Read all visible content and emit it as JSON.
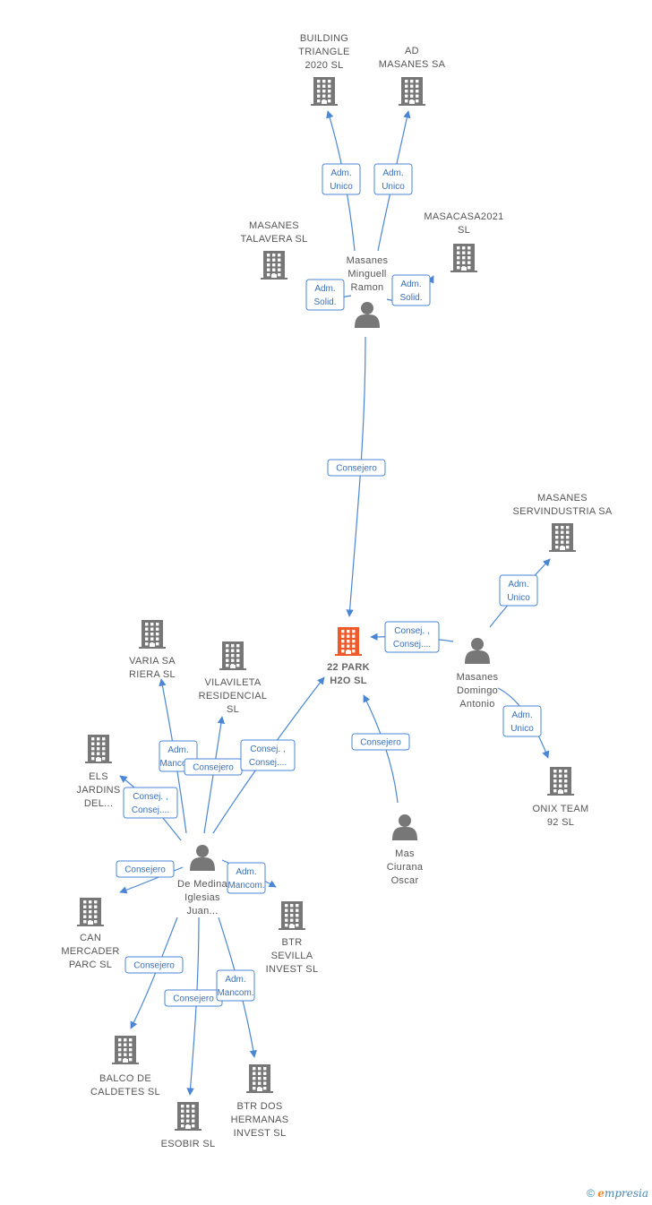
{
  "nodes": [
    {
      "id": "main",
      "type": "company",
      "main": true,
      "lines": [
        "22 PARK",
        "H2O  SL"
      ]
    },
    {
      "id": "building",
      "type": "company",
      "lines": [
        "BUILDING",
        "TRIANGLE",
        "2020  SL"
      ]
    },
    {
      "id": "admasanes",
      "type": "company",
      "lines": [
        "AD",
        "MASANES SA"
      ]
    },
    {
      "id": "talavera",
      "type": "company",
      "lines": [
        "MASANES",
        "TALAVERA  SL"
      ]
    },
    {
      "id": "masacasa",
      "type": "company",
      "lines": [
        "MASACASA2021",
        "SL"
      ]
    },
    {
      "id": "minguell",
      "type": "person",
      "lines": [
        "Masanes",
        "Minguell",
        "Ramon"
      ]
    },
    {
      "id": "servind",
      "type": "company",
      "lines": [
        "MASANES",
        "SERVINDUSTRIA SA"
      ]
    },
    {
      "id": "domingo",
      "type": "person",
      "lines": [
        "Masanes",
        "Domingo",
        "Antonio"
      ]
    },
    {
      "id": "onix",
      "type": "company",
      "lines": [
        "ONIX TEAM",
        "92  SL"
      ]
    },
    {
      "id": "mas",
      "type": "person",
      "lines": [
        "Mas",
        "Ciurana",
        "Oscar"
      ]
    },
    {
      "id": "demedina",
      "type": "person",
      "lines": [
        "De Medina",
        "Iglesias",
        "Juan..."
      ]
    },
    {
      "id": "varia",
      "type": "company",
      "lines": [
        "VARIA SA",
        "RIERA  SL"
      ]
    },
    {
      "id": "vilavileta",
      "type": "company",
      "lines": [
        "VILAVILETA",
        "RESIDENCIAL",
        "SL"
      ]
    },
    {
      "id": "els",
      "type": "company",
      "lines": [
        "ELS",
        "JARDINS",
        "DEL..."
      ]
    },
    {
      "id": "canmerc",
      "type": "company",
      "lines": [
        "CAN",
        "MERCADER",
        "PARC  SL"
      ]
    },
    {
      "id": "btrsev",
      "type": "company",
      "lines": [
        "BTR",
        "SEVILLA",
        "INVEST  SL"
      ]
    },
    {
      "id": "balco",
      "type": "company",
      "lines": [
        "BALCO DE",
        "CALDETES  SL"
      ]
    },
    {
      "id": "esobir",
      "type": "company",
      "lines": [
        "ESOBIR SL"
      ]
    },
    {
      "id": "btrdos",
      "type": "company",
      "lines": [
        "BTR DOS",
        "HERMANAS",
        "INVEST  SL"
      ]
    }
  ],
  "edges": [
    {
      "from": "minguell",
      "to": "building",
      "lines": [
        "Adm.",
        "Unico"
      ]
    },
    {
      "from": "minguell",
      "to": "admasanes",
      "lines": [
        "Adm.",
        "Unico"
      ]
    },
    {
      "from": "minguell",
      "to": "talavera",
      "lines": [
        "Adm.",
        "Solid."
      ]
    },
    {
      "from": "minguell",
      "to": "masacasa",
      "lines": [
        "Adm.",
        "Solid."
      ]
    },
    {
      "from": "minguell",
      "to": "main",
      "lines": [
        "Consejero"
      ]
    },
    {
      "from": "domingo",
      "to": "servind",
      "lines": [
        "Adm.",
        "Unico"
      ]
    },
    {
      "from": "domingo",
      "to": "main",
      "lines": [
        "Consej. ,",
        "Consej...."
      ]
    },
    {
      "from": "domingo",
      "to": "onix",
      "lines": [
        "Adm.",
        "Unico"
      ]
    },
    {
      "from": "mas",
      "to": "main",
      "lines": [
        "Consejero"
      ]
    },
    {
      "from": "demedina",
      "to": "varia",
      "lines": [
        "Adm.",
        "Mancom."
      ]
    },
    {
      "from": "demedina",
      "to": "vilavileta",
      "lines": [
        "Consejero"
      ]
    },
    {
      "from": "demedina",
      "to": "main",
      "lines": [
        "Consej. ,",
        "Consej...."
      ]
    },
    {
      "from": "demedina",
      "to": "els",
      "lines": [
        "Consej. ,",
        "Consej...."
      ]
    },
    {
      "from": "demedina",
      "to": "canmerc",
      "lines": [
        "Consejero"
      ]
    },
    {
      "from": "demedina",
      "to": "btrsev",
      "lines": [
        "Adm.",
        "Mancom."
      ]
    },
    {
      "from": "demedina",
      "to": "balco",
      "lines": [
        "Consejero"
      ]
    },
    {
      "from": "demedina",
      "to": "esobir",
      "lines": [
        "Consejero"
      ]
    },
    {
      "from": "demedina",
      "to": "btrdos",
      "lines": [
        "Adm.",
        "Mancom."
      ]
    }
  ],
  "colors": {
    "edge": "#4a86d4",
    "icon": "#777777",
    "main_icon": "#f05a2a",
    "label": "#555555"
  },
  "footer": {
    "copyright": "©",
    "brand_initial": "e",
    "brand_rest": "mpresia"
  }
}
